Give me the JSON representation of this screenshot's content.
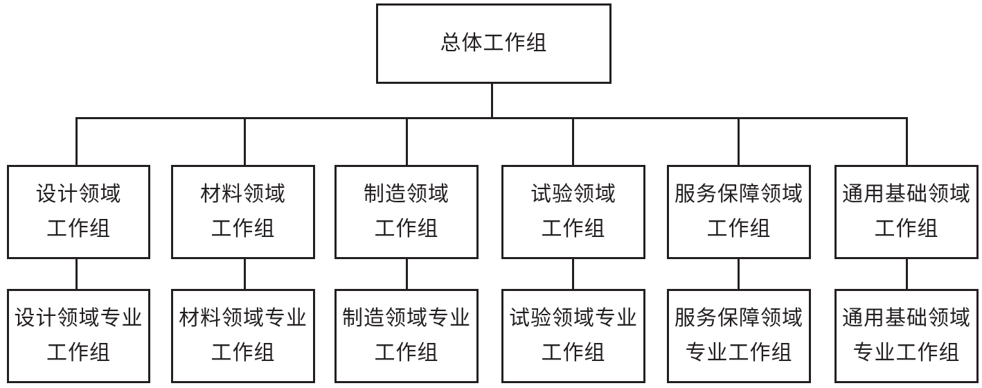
{
  "diagram": {
    "type": "org-chart",
    "root": {
      "lines": [
        "总体工作组"
      ]
    },
    "columns": [
      {
        "level2": [
          "设计领域",
          "工作组"
        ],
        "level3": [
          "设计领域专业",
          "工作组"
        ]
      },
      {
        "level2": [
          "材料领域",
          "工作组"
        ],
        "level3": [
          "材料领域专业",
          "工作组"
        ]
      },
      {
        "level2": [
          "制造领域",
          "工作组"
        ],
        "level3": [
          "制造领域专业",
          "工作组"
        ]
      },
      {
        "level2": [
          "试验领域",
          "工作组"
        ],
        "level3": [
          "试验领域专业",
          "工作组"
        ]
      },
      {
        "level2": [
          "服务保障领域",
          "工作组"
        ],
        "level3": [
          "服务保障领域",
          "专业工作组"
        ]
      },
      {
        "level2": [
          "通用基础领域",
          "工作组"
        ],
        "level3": [
          "通用基础领域",
          "专业工作组"
        ]
      }
    ],
    "line_color": "#231f20",
    "box_fill": "#ffffff"
  }
}
